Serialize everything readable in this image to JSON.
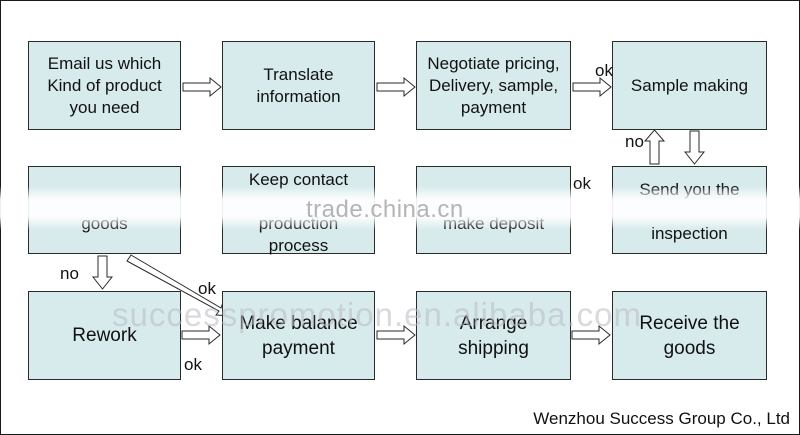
{
  "boxes": {
    "email": "Email us which\nKind of product\nyou need",
    "translate": "Translate\ninformation",
    "negotiate": "Negotiate pricing,\nDelivery, sample,\npayment",
    "sample": "Sample making",
    "goods_check": "goods",
    "keep_contact": "Keep contact\n \nproduction\nprocess",
    "deposit": "make deposit",
    "send_inspection": "Send you the\n \ninspection",
    "rework": "Rework",
    "balance": "Make balance\npayment",
    "shipping": "Arrange\nshipping",
    "receive": "Receive the\ngoods"
  },
  "labels": {
    "ok_top": "ok",
    "no_right": "no",
    "ok_mid": "ok",
    "no_left": "no",
    "ok_diag": "ok",
    "ok_bottom": "ok"
  },
  "watermarks": {
    "site": "trade.china.cn",
    "site2": "successpromotion.en.alibaba.com"
  },
  "footer": {
    "company": "Wenzhou Success Group Co., Ltd"
  },
  "colors": {
    "box_fill": "#d7ebec",
    "border": "#2a2a2a"
  }
}
